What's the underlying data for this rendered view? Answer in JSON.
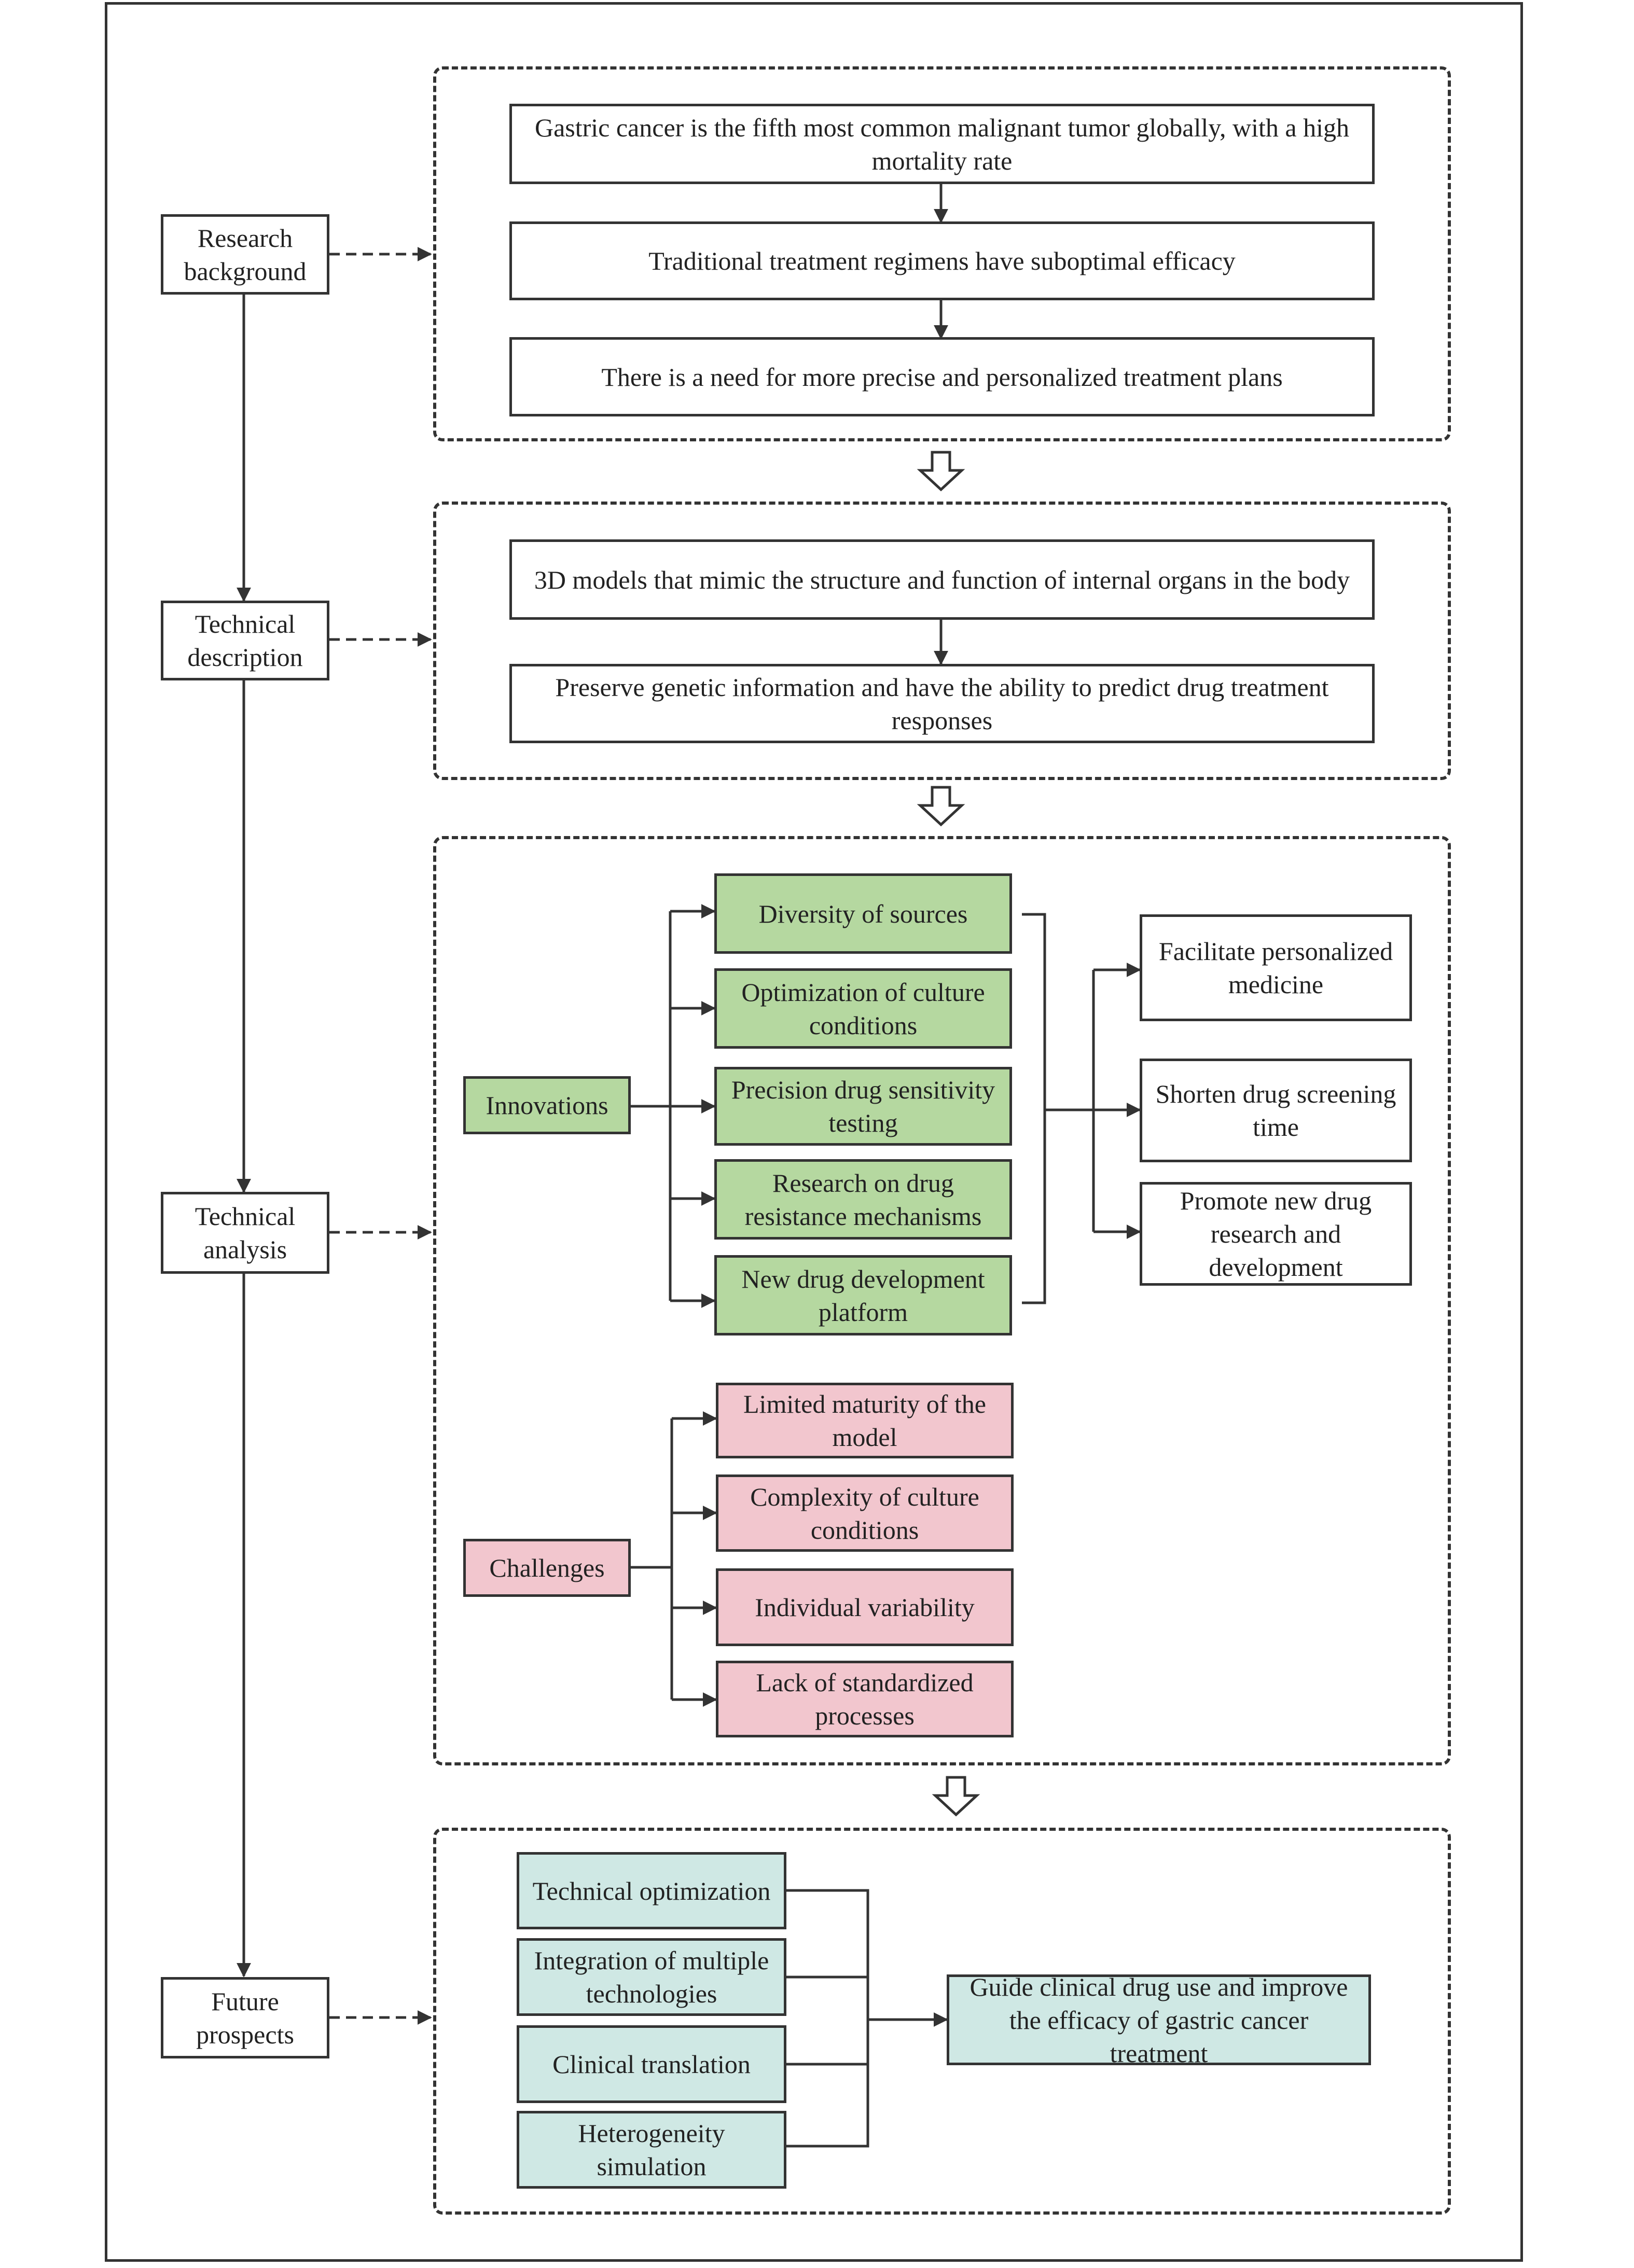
{
  "stages": {
    "research_background": "Research background",
    "technical_description": "Technical description",
    "technical_analysis": "Technical analysis",
    "future_prospects": "Future prospects"
  },
  "background": {
    "item1": "Gastric cancer is the fifth most common malignant tumor globally, with a high mortality rate",
    "item2": "Traditional treatment regimens have suboptimal efficacy",
    "item3": "There is a need for more precise and personalized treatment plans"
  },
  "description": {
    "item1": "3D models that mimic the structure and function of internal organs in the body",
    "item2": "Preserve genetic information and have the ability to predict drug treatment responses"
  },
  "analysis": {
    "innovations_label": "Innovations",
    "innovations": [
      "Diversity of sources",
      "Optimization of culture conditions",
      "Precision drug sensitivity testing",
      "Research on drug resistance mechanisms",
      "New drug development platform"
    ],
    "outcomes": [
      "Facilitate personalized medicine",
      "Shorten drug screening time",
      "Promote new drug research and development"
    ],
    "challenges_label": "Challenges",
    "challenges": [
      "Limited maturity of the model",
      "Complexity of culture conditions",
      "Individual variability",
      "Lack of standardized processes"
    ]
  },
  "prospects": {
    "items": [
      "Technical optimization",
      "Integration of multiple technologies",
      "Clinical translation",
      "Heterogeneity simulation"
    ],
    "goal": "Guide clinical drug use and improve the efficacy of gastric cancer treatment"
  },
  "colors": {
    "innovation_fill": "#b5d8a0",
    "challenge_fill": "#f2c6ce",
    "prospect_fill": "#cfe8e4"
  }
}
